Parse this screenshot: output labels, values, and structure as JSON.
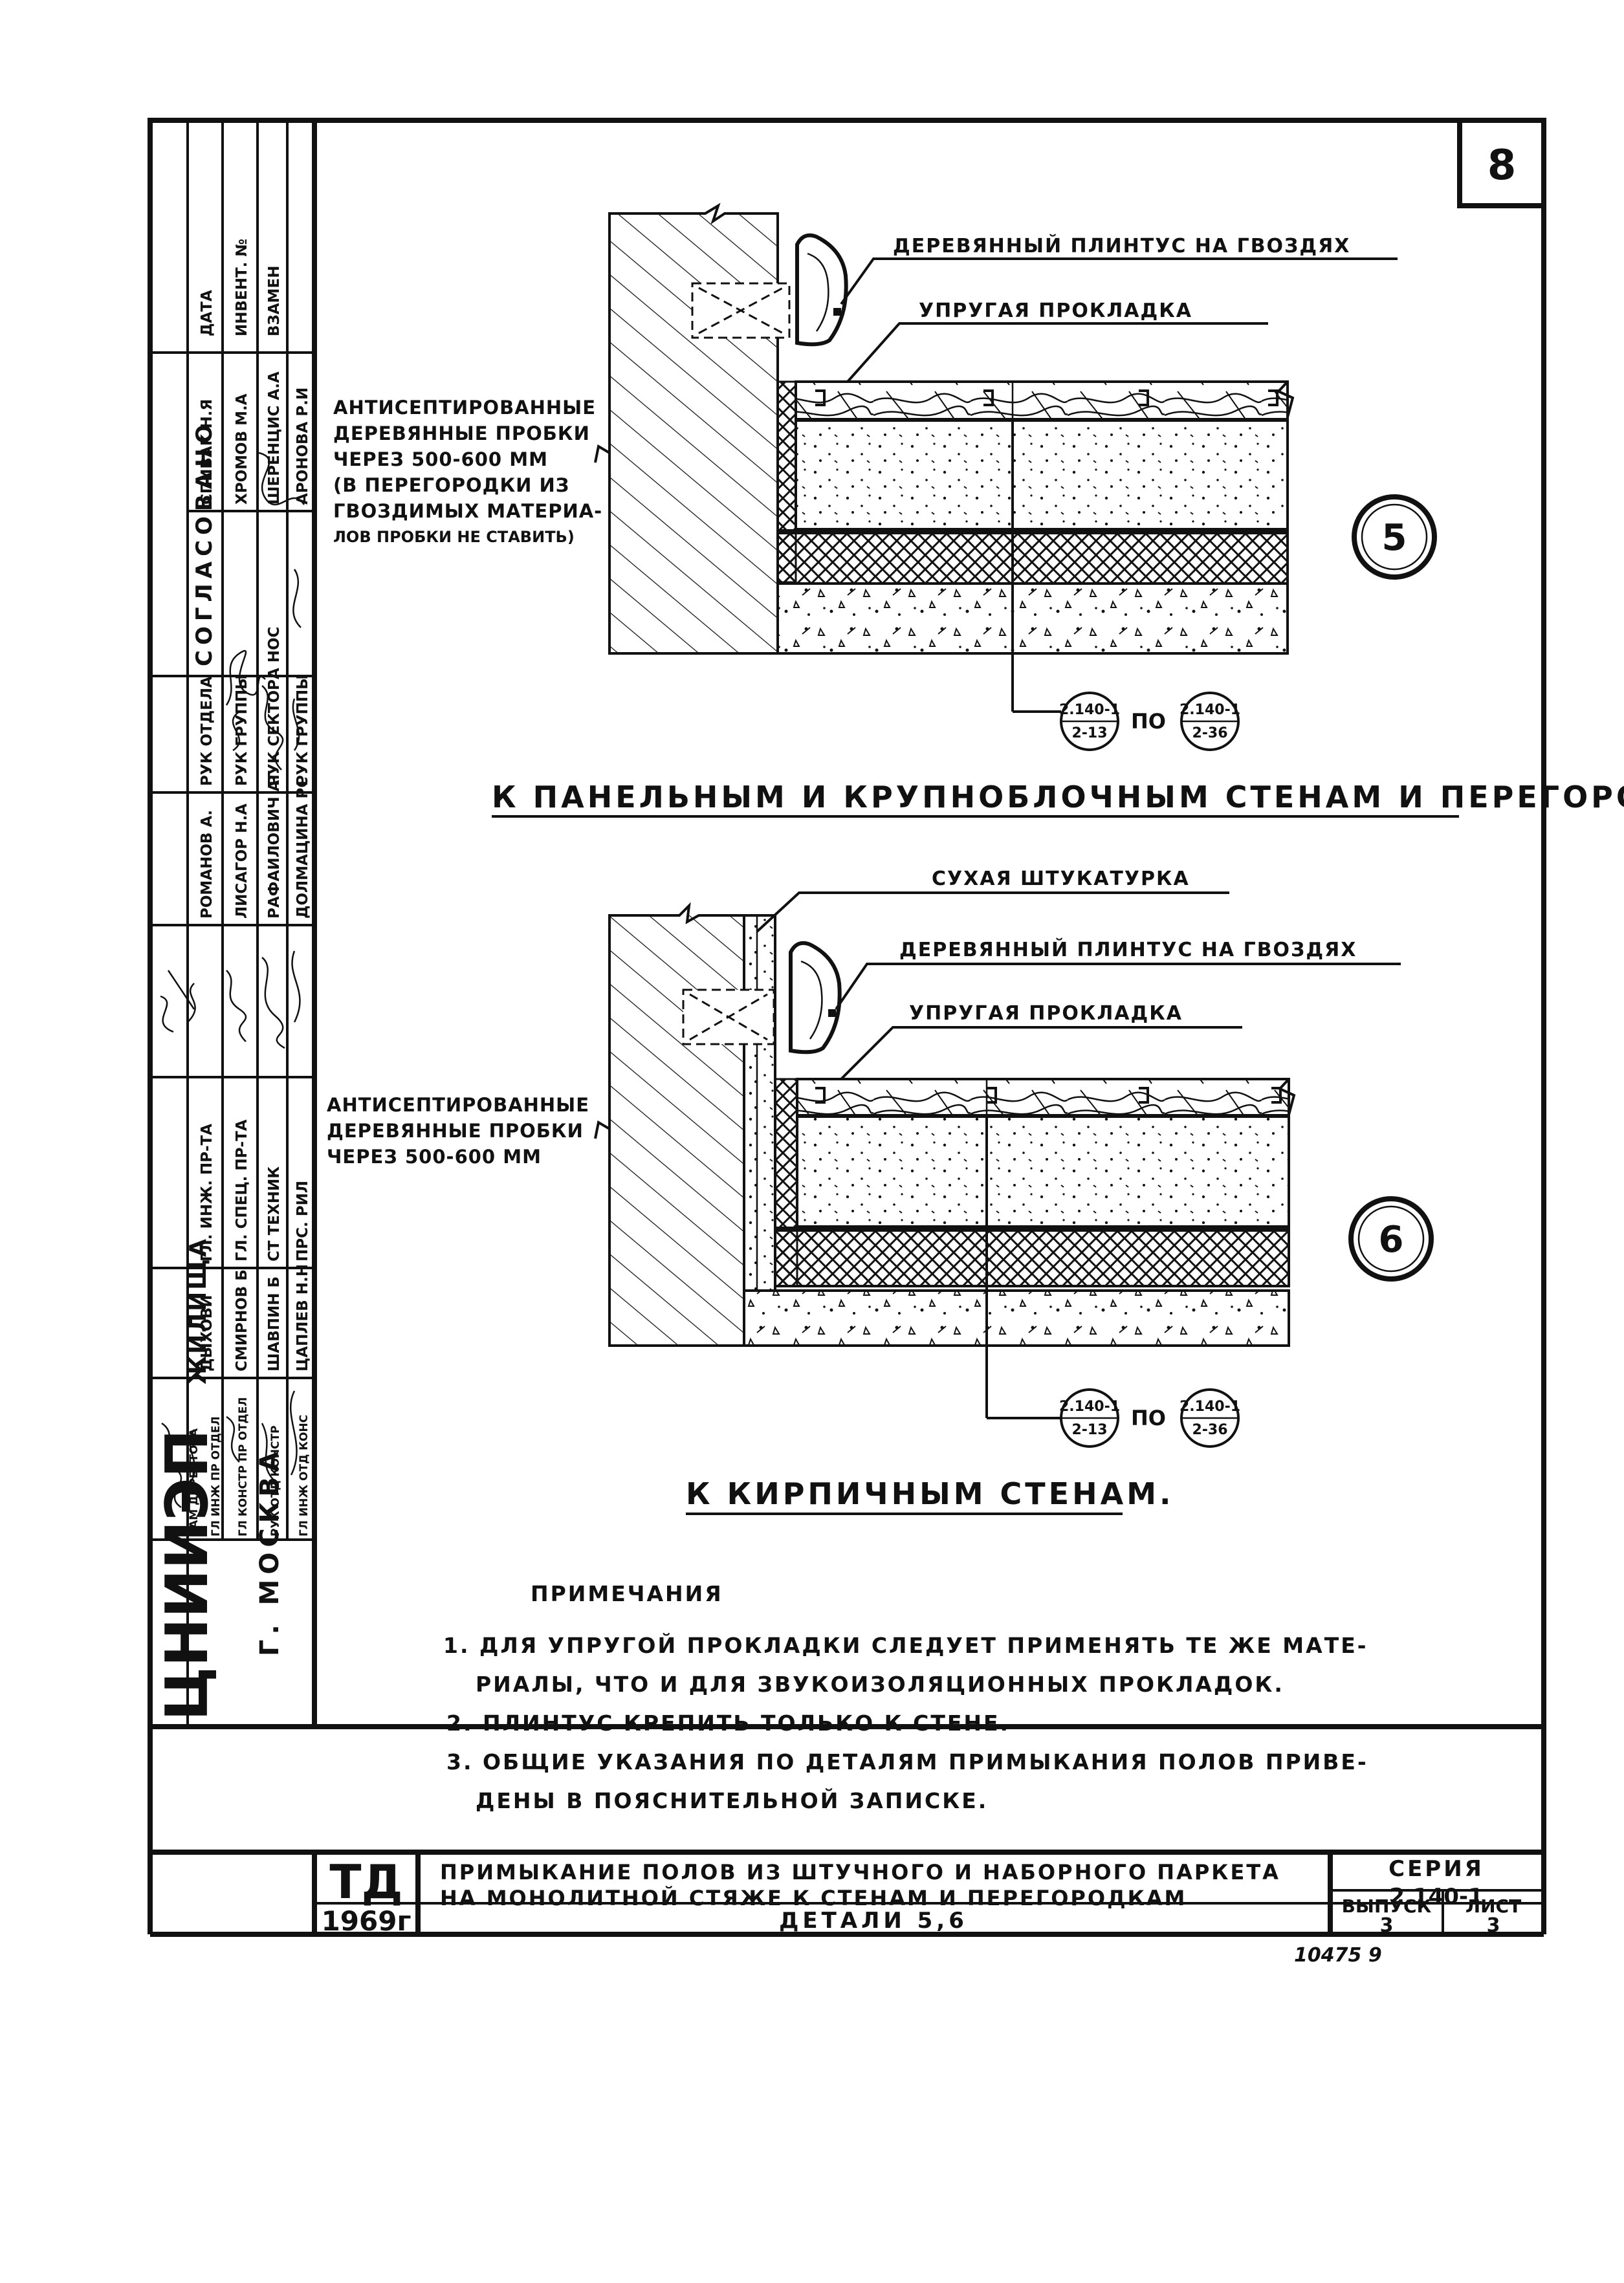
{
  "sheet_number": "8",
  "sidebar": {
    "approval_header": "СОГЛАСОВАНО",
    "date_header": "ДАТА",
    "inventory_header": "ИНВЕНТ. №",
    "instead_header": "ВЗАМЕН",
    "approval_names": [
      "СПИВАК Н.Я",
      "ХРОМОВ М.А",
      "ШЕРЕНЦИС А.А",
      "АРОНОВА Р.И"
    ],
    "approval_roles": [
      "РУК ОТДЕЛА",
      "РУК ГРУППЫ",
      "РУК СЕКТОРА НОС",
      "РУК ГРУППЫ"
    ],
    "names_1": [
      "РОМАНОВ А.",
      "ЛИСАГОР Н.А",
      "РАФАИЛОВИЧ АГ",
      "ДОЛМАЦИНА РС"
    ],
    "roles_2": [
      "ГЛ. ИНЖ. ПР-ТА",
      "ГЛ. СПЕЦ. ПР-ТА",
      "СТ ТЕХНИК",
      "ПРС. РИЛ"
    ],
    "names_3": [
      "ДЫХОВИ",
      "СМИРНОВ Б",
      "ШАВПИН Б",
      "ЦАПЛЕВ Н.Н"
    ],
    "roles_4": [
      "ЗАМ ДИРЕКТОРА",
      "ГЛ ИНЖ ПР ОТДЕЛ",
      "ГЛ КОНСТР ПР ОТДЕЛ",
      "РУК ОТД КОНСТР",
      "ГЛ ИНЖ ОТД КОНС"
    ],
    "org_main": "ЦНИИЭП",
    "org_sub": "ЖИЛИЩА",
    "city": "Г. МОСКВА"
  },
  "detail5": {
    "label_plinth": "ДЕРЕВЯННЫЙ ПЛИНТУС НА ГВОЗДЯХ",
    "label_pad": "УПРУГАЯ ПРОКЛАДКА",
    "left_note": [
      "АНТИСЕПТИРОВАННЫЕ",
      "ДЕРЕВЯННЫЕ ПРОБКИ",
      "ЧЕРЕЗ 500-600 ММ",
      "(В ПЕРЕГОРОДКИ ИЗ",
      "ГВОЗДИМЫХ МАТЕРИА-",
      "ЛОВ ПРОБКИ НЕ СТАВИТЬ)"
    ],
    "number": "5",
    "ref_a_top": "2.140-1",
    "ref_a_bottom": "2-13",
    "ref_word": "ПО",
    "ref_b_top": "2.140-1",
    "ref_b_bottom": "2-36",
    "caption": "К ПАНЕЛЬНЫМ И КРУПНОБЛОЧНЫМ СТЕНАМ И ПЕРЕГОРОДКАМ"
  },
  "detail6": {
    "label_dry": "СУХАЯ ШТУКАТУРКА",
    "label_plinth": "ДЕРЕВЯННЫЙ ПЛИНТУС НА ГВОЗДЯХ",
    "label_pad": "УПРУГАЯ ПРОКЛАДКА",
    "left_note": [
      "АНТИСЕПТИРОВАННЫЕ",
      "ДЕРЕВЯННЫЕ ПРОБКИ",
      "ЧЕРЕЗ 500-600 ММ"
    ],
    "number": "6",
    "ref_a_top": "2.140-1",
    "ref_a_bottom": "2-13",
    "ref_word": "ПО",
    "ref_b_top": "2.140-1",
    "ref_b_bottom": "2-36",
    "caption": "К КИРПИЧНЫМ СТЕНАМ."
  },
  "notes": {
    "title": "ПРИМЕЧАНИЯ",
    "lines": [
      "1. ДЛЯ УПРУГОЙ ПРОКЛАДКИ СЛЕДУЕТ ПРИМЕНЯТЬ ТЕ ЖЕ МАТЕ-",
      "РИАЛЫ, ЧТО И ДЛЯ ЗВУКОИЗОЛЯЦИОННЫХ ПРОКЛАДОК.",
      "2. ПЛИНТУС КРЕПИТЬ ТОЛЬКО К СТЕНЕ.",
      "3. ОБЩИЕ УКАЗАНИЯ ПО ДЕТАЛЯМ ПРИМЫКАНИЯ ПОЛОВ ПРИВЕ-",
      "ДЕНЫ В ПОЯСНИТЕЛЬНОЙ ЗАПИСКЕ."
    ]
  },
  "title_block": {
    "code": "ТД",
    "year": "1969г",
    "title_line1": "ПРИМЫКАНИЕ ПОЛОВ ИЗ ШТУЧНОГО И НАБОРНОГО ПАРКЕТА",
    "title_line2": "НА МОНОЛИТНОЙ СТЯЖЕ К СТЕНАМ И ПЕРЕГОРОДКАМ",
    "subtitle": "ДЕТАЛИ 5,6",
    "series_label": "СЕРИЯ",
    "series_value": "2.140-1",
    "issue_label": "ВЫПУСК",
    "issue_value": "3",
    "sheet_label": "ЛИСТ",
    "sheet_value": "3"
  },
  "archive_number": "10475   9"
}
